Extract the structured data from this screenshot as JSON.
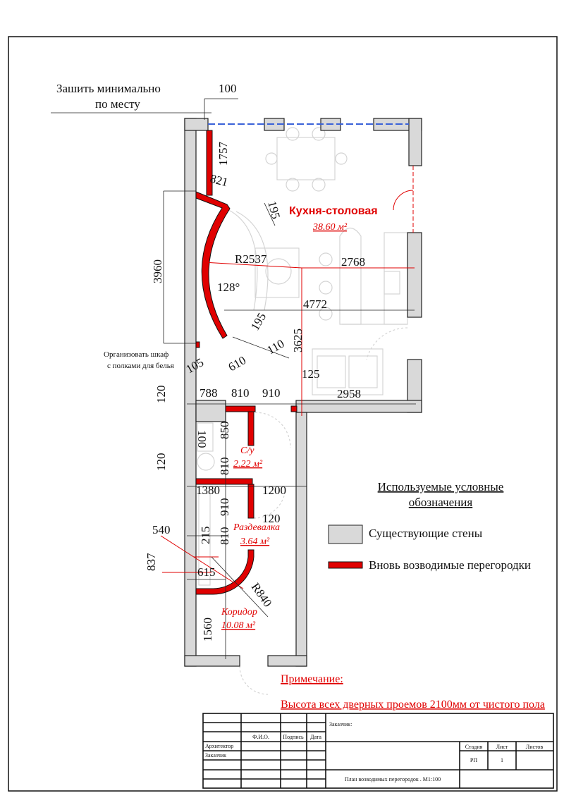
{
  "notes": {
    "seal_line1": "Зашить минимально",
    "seal_line2": "по месту",
    "wardrobe_line1": "Организовать шкаф",
    "wardrobe_line2": "с полками для белья",
    "remark_title": "Примечание:",
    "remark_text": "Высота всех дверных проемов 2100мм от чистого пола"
  },
  "rooms": {
    "kitchen": {
      "name": "Кухня-столовая",
      "area": "38.60 м²"
    },
    "wc": {
      "name": "С/у",
      "area": "2.22 м²"
    },
    "dressing": {
      "name": "Раздевалка",
      "area": "3.64 м²"
    },
    "corridor": {
      "name": "Коридор",
      "area": "10.08 м²"
    }
  },
  "dimensions": [
    "100",
    "1757",
    "821",
    "195",
    "3960",
    "R2537",
    "2768",
    "128°",
    "4772",
    "195",
    "3625",
    "110",
    "105",
    "610",
    "125",
    "120",
    "788",
    "810",
    "910",
    "2958",
    "850",
    "100",
    "810",
    "120",
    "1380",
    "1200",
    "910",
    "120",
    "540",
    "215",
    "810",
    "837",
    "615",
    "R840",
    "1560"
  ],
  "legend": {
    "title_line1": "Используемые условные",
    "title_line2": "обозначения",
    "existing_walls": "Существующие стены",
    "new_partitions": "Вновь возводимые перегородки",
    "colors": {
      "existing": "#d9d9d9",
      "new": "#e00000"
    }
  },
  "title_block": {
    "customer_label": "Заказчик:",
    "col_name": "Ф.И.О.",
    "col_signature": "Подпись",
    "col_date": "Дата",
    "row_architect": "Архитектор",
    "row_customer": "Заказчик",
    "stage_label": "Стадия",
    "sheet_label": "Лист",
    "sheets_label": "Листов",
    "stage_value": "РП",
    "sheet_value": "1",
    "drawing_title": "План возводимых перегородок . М1:100"
  }
}
